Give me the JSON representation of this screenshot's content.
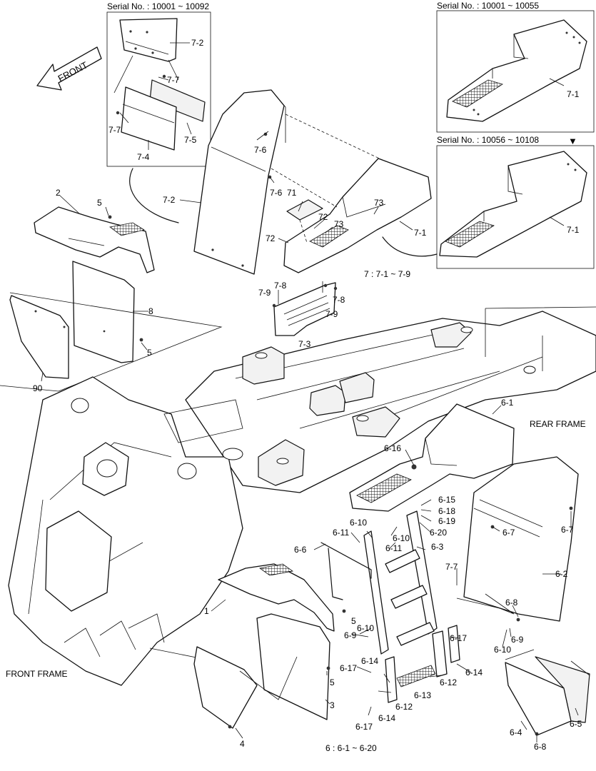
{
  "insets": {
    "serial_a": "Serial No. : 10001 ~ 10092",
    "serial_b": "Serial No. : 10001 ~ 10055",
    "serial_c": "Serial No. : 10056 ~ 10108",
    "arrow_marker": "▼"
  },
  "labels": {
    "front_arrow": "FRONT",
    "rear_frame": "REAR FRAME",
    "front_frame": "FRONT FRAME",
    "group7_note": "7 : 7-1 ~ 7-9",
    "group6_note": "6 : 6-1 ~ 6-20"
  },
  "callouts": {
    "c_7_2_inset": "7-2",
    "c_7_7_a": "7-7",
    "c_7_7_b": "7-7",
    "c_7_5": "7-5",
    "c_7_4": "7-4",
    "c_7_1_b": "7-1",
    "c_7_1_c": "7-1",
    "c_7_1_main": "7-1",
    "c_7_6_a": "7-6",
    "c_7_6_b": "7-6",
    "c_7_2_main": "7-2",
    "c_71": "71",
    "c_72_a": "72",
    "c_72_b": "72",
    "c_73_a": "73",
    "c_73_b": "73",
    "c_7_9_a": "7-9",
    "c_7_8_a": "7-8",
    "c_7_8_b": "7-8",
    "c_7_9_b": "7-9",
    "c_7_3": "7-3",
    "c_2": "2",
    "c_5_a": "5",
    "c_8": "8",
    "c_5_b": "5",
    "c_90": "90",
    "c_6_1": "6-1",
    "c_6_16": "6-16",
    "c_6_15": "6-15",
    "c_6_18": "6-18",
    "c_6_19": "6-19",
    "c_6_20": "6-20",
    "c_6_7_a": "6-7",
    "c_6_7_b": "6-7",
    "c_6_10_a": "6-10",
    "c_6_11_a": "6-11",
    "c_6_10_b": "6-10",
    "c_6_11_b": "6-11",
    "c_6_6": "6-6",
    "c_6_3": "6-3",
    "c_7_7_main": "7-7",
    "c_6_2": "6-2",
    "c_6_8_a": "6-8",
    "c_6_9_a": "6-9",
    "c_6_10_c": "6-10",
    "c_1": "1",
    "c_5_c": "5",
    "c_6_10_d": "6-10",
    "c_6_9_b": "6-9",
    "c_6_17_a": "6-17",
    "c_6_14_a": "6-14",
    "c_6_14_b": "6-14",
    "c_6_17_b": "6-17",
    "c_6_12_a": "6-12",
    "c_5_d": "5",
    "c_6_13": "6-13",
    "c_6_14_c": "6-14",
    "c_6_12_b": "6-12",
    "c_3": "3",
    "c_6_17_c": "6-17",
    "c_6_4": "6-4",
    "c_6_5": "6-5",
    "c_6_8_b": "6-8",
    "c_4": "4"
  }
}
